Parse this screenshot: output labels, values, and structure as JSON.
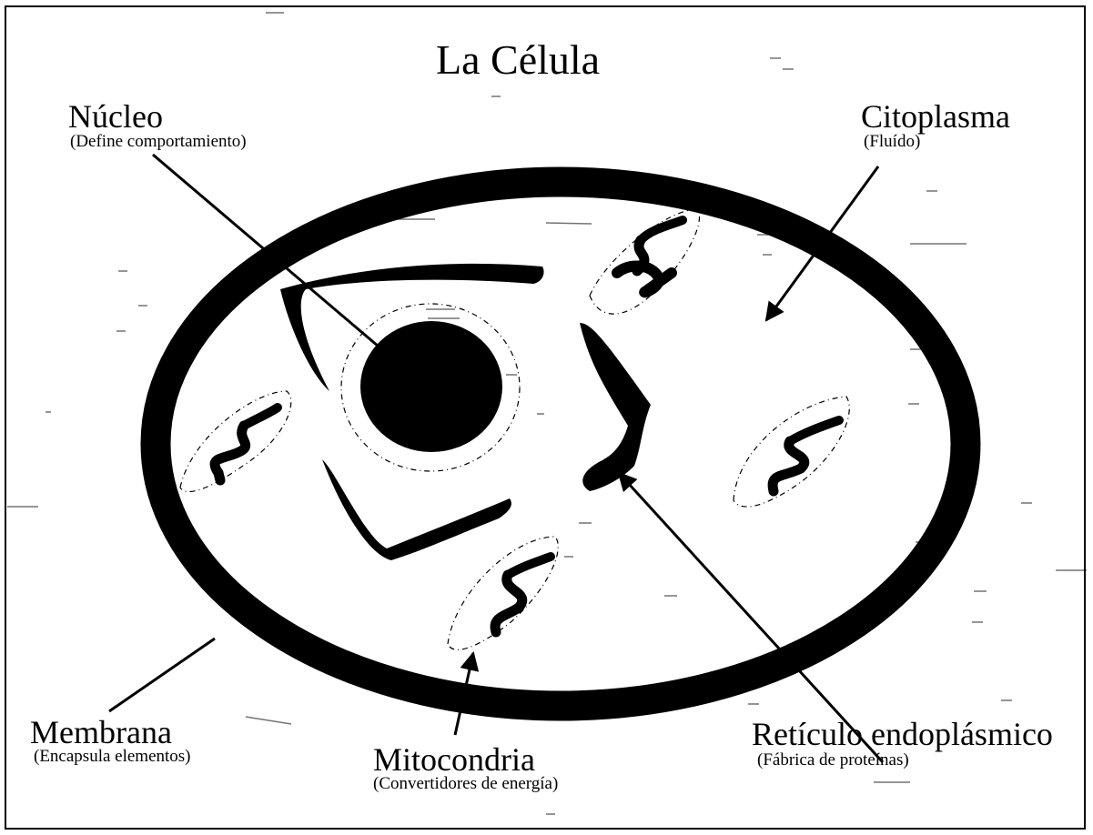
{
  "title": "La Célula",
  "labels": {
    "nucleo": {
      "name": "Núcleo",
      "desc": "(Define comportamiento)"
    },
    "citoplasma": {
      "name": "Citoplasma",
      "desc": "(Fluído)"
    },
    "membrana": {
      "name": "Membrana",
      "desc": "(Encapsula elementos)"
    },
    "mitocondria": {
      "name": "Mitocondria",
      "desc": "(Convertidores de energía)"
    },
    "reticulo": {
      "name": "Retículo endoplásmico",
      "desc": "(Fábrica de proteínas)"
    }
  },
  "colors": {
    "ink": "#000000",
    "background": "#ffffff"
  }
}
